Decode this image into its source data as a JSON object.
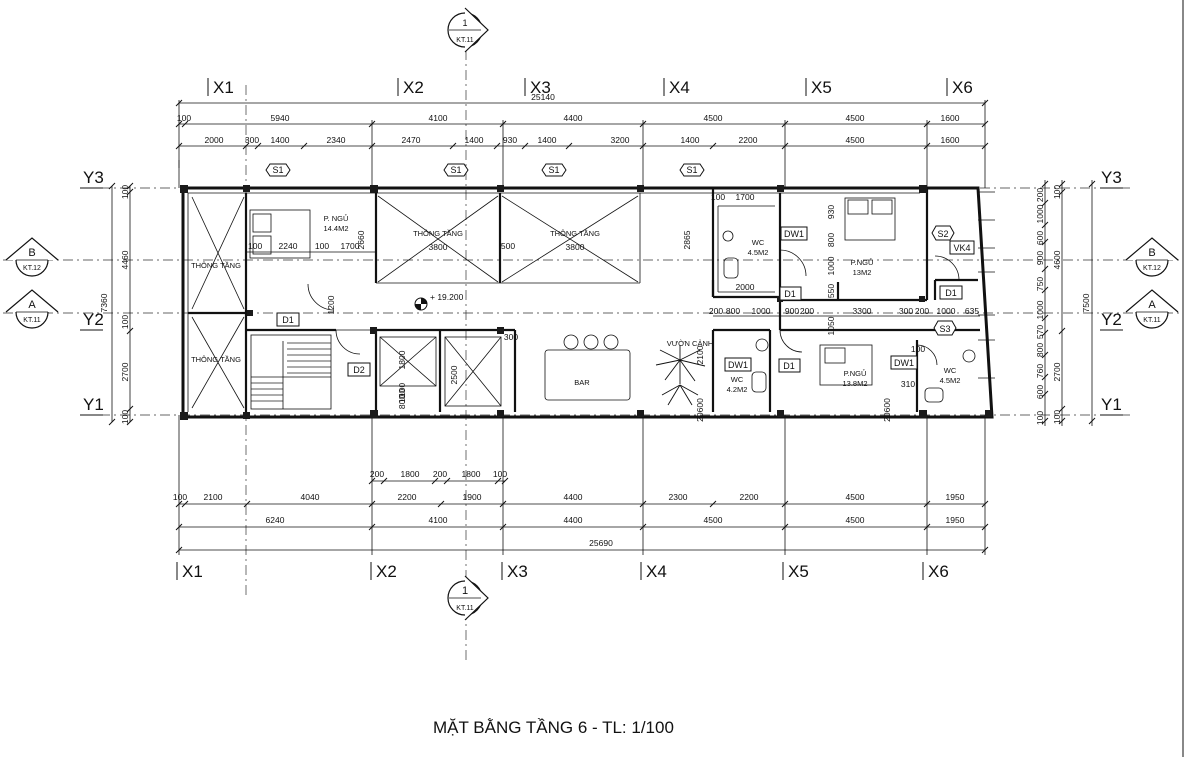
{
  "drawing_title": "MẶT BẰNG TẦNG 6 - TL: 1/100",
  "grid_x_top": [
    "X1",
    "X2",
    "X3",
    "X4",
    "X5",
    "X6"
  ],
  "grid_x_bottom": [
    "X1",
    "X2",
    "X3",
    "X4",
    "X5",
    "X6"
  ],
  "grid_y": [
    "Y3",
    "Y2",
    "Y1"
  ],
  "section_markers": {
    "top": {
      "num": "1",
      "sheet": "KT.11"
    },
    "bottom": {
      "num": "1",
      "sheet": "KT.11"
    },
    "left_b": {
      "num": "B",
      "sheet": "KT.12"
    },
    "left_a": {
      "num": "A",
      "sheet": "KT.11"
    },
    "right_b": {
      "num": "B",
      "sheet": "KT.12"
    },
    "right_a": {
      "num": "A",
      "sheet": "KT.11"
    }
  },
  "dims_top": {
    "overall": "25140",
    "row2": [
      "100",
      "5940",
      "4100",
      "4400",
      "4500",
      "4500",
      "1600"
    ],
    "row3": [
      "2000",
      "300",
      "1400",
      "2340",
      "2470",
      "1400",
      "930",
      "1400",
      "3200",
      "1400",
      "2200",
      "4500",
      "1600"
    ]
  },
  "dims_bottom": {
    "small": [
      "200",
      "1800",
      "200",
      "1800",
      "100"
    ],
    "row1": [
      "100",
      "2100",
      "4040",
      "2200",
      "1900",
      "4400",
      "2300",
      "2200",
      "4500",
      "1950"
    ],
    "row2": [
      "6240",
      "4100",
      "4400",
      "4500",
      "4500",
      "1950"
    ],
    "overall": "25690"
  },
  "dims_left": [
    "100",
    "4460",
    "100",
    "2700",
    "100"
  ],
  "dims_left_total": "7360",
  "dims_right": [
    "200",
    "1000",
    "600",
    "900",
    "750",
    "1000",
    "570",
    "800",
    "760",
    "600",
    "100"
  ],
  "dims_right_mid": [
    "100",
    "4600",
    "2700",
    "100"
  ],
  "dims_right_total": "7500",
  "rooms": {
    "p_ngu_1": {
      "name": "P. NGỦ",
      "area": "14.4M2"
    },
    "thong_tang_2": "THÔNG TẦNG",
    "thong_tang_2_dim": "3800",
    "thong_tang_3": "THÔNG TẦNG",
    "thong_tang_3_dim": "3800",
    "thong_tang_left_top": "THÔNG TẦNG",
    "thong_tang_left_bottom": "THÔNG TẦNG",
    "wc_1": {
      "name": "WC",
      "area": "4.5M2"
    },
    "p_ngu_2": {
      "name": "P.NGỦ",
      "area": "13M2"
    },
    "vuon_canh": "VƯỜN CẢNH",
    "bar": "BAR",
    "wc_2": {
      "name": "WC",
      "area": "4.2M2"
    },
    "p_ngu_3": {
      "name": "P.NGỦ",
      "area": "13.8M2"
    },
    "wc_3": {
      "name": "WC",
      "area": "4.5M2"
    }
  },
  "level": "+ 19.200",
  "tags": {
    "s1": "S1",
    "s2": "S2",
    "s3": "S3",
    "vk4": "VK4",
    "d1": "D1",
    "d2": "D2",
    "dw1": "DW1"
  },
  "interior_dims": {
    "d2240": "2240",
    "d100a": "100",
    "d100b": "100",
    "d1700": "1700",
    "d2660": "2660",
    "d1200": "1200",
    "d500": "500",
    "d2865": "2865",
    "d2000": "2000",
    "d200": "200",
    "d800": "800",
    "d1000": "1000",
    "d900": "900",
    "d200b": "200",
    "d3300": "3300",
    "d300": "300",
    "d200c": "200",
    "d635": "635",
    "d1800": "1800",
    "d100c": "100",
    "d800b": "800",
    "d100d": "100",
    "d2500": "2500",
    "d300b": "300",
    "d2100": "2100",
    "d20600": "20600",
    "d310": "310",
    "d20600b": "20600",
    "d100e": "100",
    "d930": "930",
    "d800c": "800",
    "d1000b": "1000",
    "d550": "550",
    "d1050": "1050",
    "d1700b": "1700",
    "d100f": "100"
  }
}
